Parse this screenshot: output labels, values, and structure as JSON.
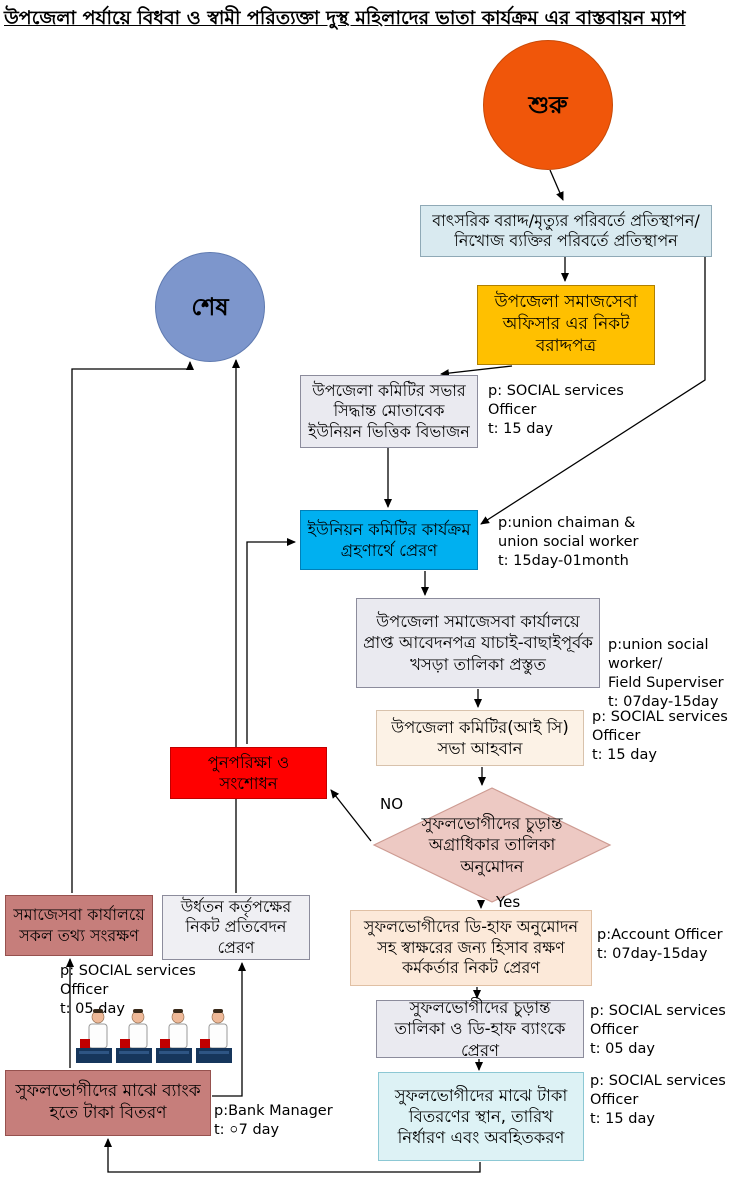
{
  "title": "উপজেলা পর্যায়ে বিধবা ও স্বামী পরিত্যক্তা দুস্থ মহিলাদের  ভাতা কার্যক্রম এর  বাস্তবায়ন ম্যাপ",
  "nodes": {
    "start": "শুরু",
    "end": "শেষ",
    "annual_allocation": "বাৎসরিক বরাদ্দ/মৃত্যুর পরিবর্তে প্রতিস্থাপন/ নিখোজ ব্যক্তির পরিবর্তে প্রতিস্থাপন",
    "allocation_letter": "উপজেলা সমাজসেবা অফিসার এর নিকট বরাদ্দপত্র",
    "union_division": "উপজেলা কমিটির সভার সিদ্ধান্ত মোতাবেক ইউনিয়ন ভিত্তিক বিভাজন",
    "union_committee": "ইউনিয়ন কমিটির কার্যক্রম গ্রহণার্থে প্রেরণ",
    "draft_list": "উপজেলা সমাজেসবা কার্যালয়ে প্রাপ্ত আবেদনপত্র যাচাই-বাছাইপূর্বক খসড়া তালিকা প্রস্তুত",
    "committee_meeting": "উপজেলা কমিটির(আই সি) সভা আহবান",
    "reexamine": "পুনপরিক্ষা ও সংশোধন",
    "decision": "সুফলভোগীদের চুড়ান্ত অগ্রাধিকার তালিকা অনুমোদন",
    "dhalf_approval": "সুফলভোগীদের ডি-হাফ অনুমোদন সহ স্বাক্ষরের জন্য হিসাব রক্ষণ কর্মকর্তার নিকট প্রেরণ",
    "bank_send": "সুফলভোগীদের চুড়ান্ত তালিকা ও ডি-হাফ ব্যাংকে প্রেরণ",
    "distribution_schedule": "সুফলভোগীদের মাঝে টাকা বিতরণের স্থান, তারিখ নির্ধারণ এবং অবহিতকরণ",
    "info_store": "সমাজেসবা কার্যালয়ে সকল তথ্য সংরক্ষণ",
    "report_send": "উর্ধতন কর্তৃপক্ষের নিকট প্রতিবেদন প্রেরণ",
    "bank_distribution": "সুফলভোগীদের মাঝে ব্যাংক হতে টাকা বিতরণ"
  },
  "decision_labels": {
    "no": "NO",
    "yes": "Yes"
  },
  "annotations": {
    "union_division": "p: SOCIAL services\nOfficer\nt: 15 day",
    "union_committee": "p:union  chaiman &\nunion social worker\nt: 15day-01month",
    "draft_list": "p:union social worker/\nField Superviser\nt: 07day-15day",
    "committee_meeting": "p: SOCIAL services\nOfficer\nt: 15 day",
    "dhalf_approval": "p:Account Officer\nt: 07day-15day",
    "bank_send": "p: SOCIAL services\nOfficer\nt: 05 day",
    "distribution_schedule": "p: SOCIAL services\nOfficer\nt: 15 day",
    "info_store": "p: SOCIAL services\nOfficer\nt: 05 day",
    "bank_distribution": "p:Bank Manager\nt: ০7 day"
  },
  "colors": {
    "start_fill": "#F0560A",
    "end_fill": "#7D96CC",
    "highlight_red": "#FF0000",
    "cyan_fill": "#00B0F0",
    "yellow_fill": "#FFC000",
    "rose_fill": "#C67E7B",
    "diamond_fill": "#EDC9C3",
    "pale_blue_fill": "#D9EAF0",
    "pale_cyan_fill": "#DDF2F5",
    "pale_peach_fill": "#FCE9D9",
    "gray_fill": "#EAEAF0"
  }
}
